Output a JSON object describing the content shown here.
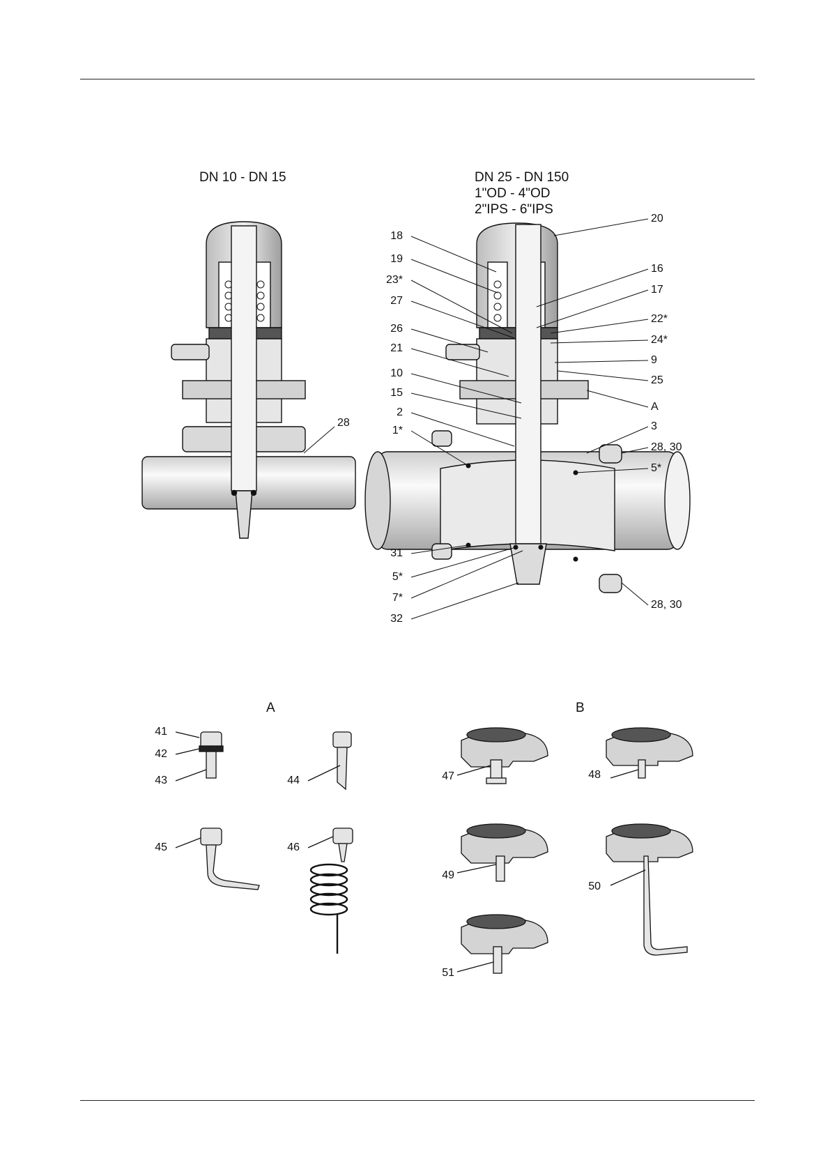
{
  "headings": {
    "small_valve": "DN 10 - DN 15",
    "large_valve_lines": [
      "DN 25 - DN 150",
      "1\"OD - 4\"OD",
      "2\"IPS - 6\"IPS"
    ],
    "detail_a": "A",
    "detail_b": "B"
  },
  "callouts": {
    "small": [
      "28"
    ],
    "large_left": [
      "18",
      "19",
      "23*",
      "27",
      "26",
      "21",
      "10",
      "15",
      "2",
      "1*",
      "31",
      "5*",
      "7*",
      "32"
    ],
    "large_right": [
      "20",
      "16",
      "17",
      "22*",
      "24*",
      "9",
      "25",
      "A",
      "3",
      "28, 30",
      "5*",
      "28, 30"
    ],
    "detail_a": [
      "41",
      "42",
      "43",
      "44",
      "45",
      "46"
    ],
    "detail_b": [
      "47",
      "48",
      "49",
      "50",
      "51"
    ]
  }
}
